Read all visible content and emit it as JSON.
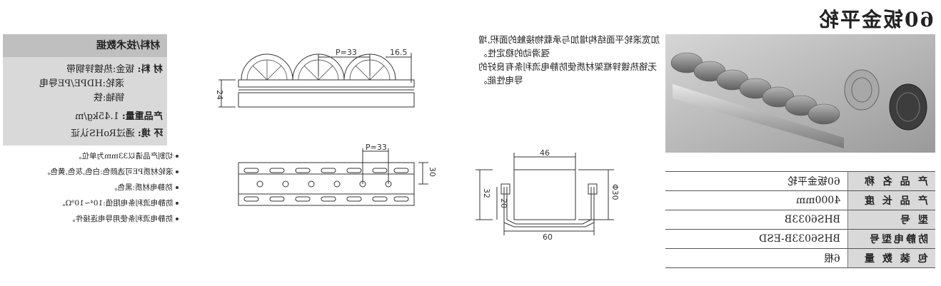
{
  "title": "60钣金平轮",
  "spec": {
    "header": "材料/技术数据",
    "rows": [
      {
        "label": "材 料:",
        "value": "钣金:热镀锌钢带"
      },
      {
        "label": "",
        "value": "滚轮:HDPE/PE导电"
      },
      {
        "label": "",
        "value": "销轴:铁"
      },
      {
        "label": "产品重量:",
        "value": "1.45kg/m"
      },
      {
        "label": "环 境:",
        "value": "通过RoHS认证"
      }
    ]
  },
  "notes": [
    "切割产品请以33mm为单位。",
    "滚轮材质PE可选颜色:白色,灰色,黄色。",
    "防静电材质:黑色。",
    "防静电流利条电阻值:10⁴~10⁹Ω。",
    "防静电流利条使用导电连接件。"
  ],
  "dims": {
    "side_p": "P=33",
    "side_off": "16.5",
    "side_h": "24",
    "top_p": "P=33",
    "top_w": "30",
    "sec_top": "46",
    "sec_bottom": "60",
    "sec_h1": "32",
    "sec_h2": "20",
    "sec_dia": "Φ30"
  },
  "features": [
    "加宽滚轮平面结构增加与承载物接触的面积,增强滑动的稳定性。",
    "无铬热镀锌框架材质使防静电流利条有良好的导电性能。"
  ],
  "table": [
    {
      "key": "产 品 名 称",
      "value": "60钣金平轮"
    },
    {
      "key": "产 品 长 度",
      "value": "4000mm"
    },
    {
      "key": "型     号",
      "value": "BHS6033B"
    },
    {
      "key": "防静电型号",
      "value": "BHS6033B-ESD"
    },
    {
      "key": "包 装 数 量",
      "value": "6根"
    }
  ]
}
